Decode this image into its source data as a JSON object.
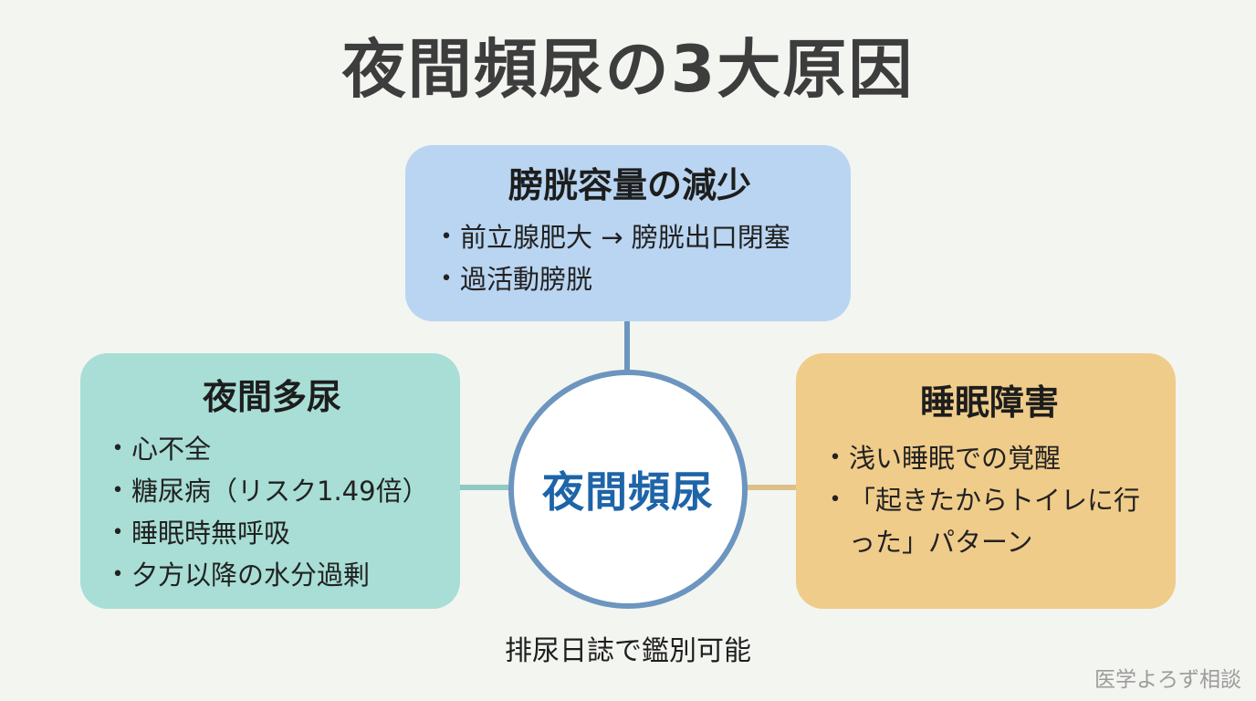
{
  "title": "夜間頻尿の3大原因",
  "center": {
    "label": "夜間頻尿"
  },
  "top_box": {
    "title": "膀胱容量の減少",
    "items": [
      "前立腺肥大 → 膀胱出口閉塞",
      "過活動膀胱"
    ]
  },
  "left_box": {
    "title": "夜間多尿",
    "items": [
      "心不全",
      "糖尿病（リスク1.49倍）",
      "睡眠時無呼吸",
      "夕方以降の水分過剰"
    ]
  },
  "right_box": {
    "title": "睡眠障害",
    "items": [
      "浅い睡眠での覚醒",
      "「起きたからトイレに行った」パターン"
    ]
  },
  "bullet_symbol": "•",
  "footnote": "排尿日誌で鑑別可能",
  "watermark": "医学よろず相談",
  "colors": {
    "top_box": "#b9d5f1",
    "left_box": "#a8ded5",
    "right_box": "#f0cc8a",
    "circle_border": "#6c95bf",
    "center_text": "#1e64a8",
    "background": "#f3f5f0"
  }
}
